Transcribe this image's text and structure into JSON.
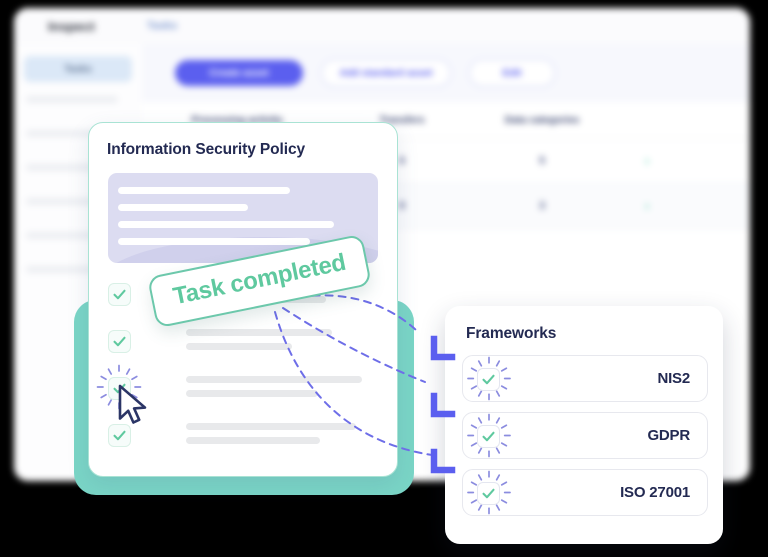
{
  "background_app": {
    "logo": "Inspect",
    "tab": "Tasks",
    "sidebar": {
      "active_item": "Tasks",
      "placeholder_rows": [
        "",
        "",
        "",
        "",
        "",
        ""
      ]
    },
    "toolbar": {
      "primary_button": "Create asset",
      "secondary_button": "Add standard asset",
      "tertiary_button": "Edit"
    },
    "table": {
      "headers": [
        "Processing activity",
        "Transfers",
        "Data categories",
        ""
      ],
      "rows": [
        {
          "activity": "",
          "transfers": "6",
          "categories": "5",
          "chevron": "›"
        },
        {
          "activity": "",
          "transfers": "8",
          "categories": "3",
          "chevron": "›"
        }
      ]
    }
  },
  "policy_card": {
    "title": "Information Security Policy",
    "document_lines": 4,
    "checklist": [
      {
        "checked": true,
        "highlighted": false
      },
      {
        "checked": true,
        "highlighted": false
      },
      {
        "checked": true,
        "highlighted": true
      },
      {
        "checked": true,
        "highlighted": false
      }
    ]
  },
  "stamp": {
    "label": "Task completed"
  },
  "frameworks_panel": {
    "title": "Frameworks",
    "items": [
      {
        "label": "NIS2",
        "icon": "sparkle-check-icon",
        "status": "completed"
      },
      {
        "label": "GDPR",
        "icon": "sparkle-check-icon",
        "status": "completed"
      },
      {
        "label": "ISO 27001",
        "icon": "sparkle-check-icon",
        "status": "completed"
      }
    ]
  },
  "cursor": {
    "icon": "mouse-pointer-icon"
  },
  "colors": {
    "accent_green": "#5fc99f",
    "teal_block": "#7ad5c6",
    "primary_indigo": "#5b5fef",
    "arrow_purple": "#6e6ee8",
    "text_navy": "#232a52",
    "document_lavender": "#dcdcf1"
  }
}
